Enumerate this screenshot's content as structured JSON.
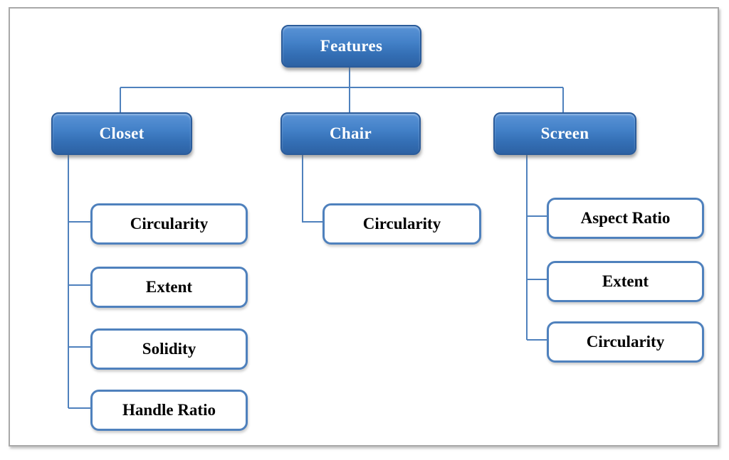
{
  "diagram": {
    "root": {
      "label": "Features"
    },
    "branches": [
      {
        "label": "Closet",
        "children": [
          "Circularity",
          "Extent",
          "Solidity",
          "Handle Ratio"
        ]
      },
      {
        "label": "Chair",
        "children": [
          "Circularity"
        ]
      },
      {
        "label": "Screen",
        "children": [
          "Aspect Ratio",
          "Extent",
          "Circularity"
        ]
      }
    ],
    "colors": {
      "node-fill-top": "#5a93d6",
      "node-fill-bottom": "#2d62a4",
      "node-border": "#2b5c9b",
      "node-text": "#ffffff",
      "leaf-border": "#4f81bd",
      "leaf-text": "#000000",
      "connector": "#4f81bd",
      "frame-border": "#a9a9a9"
    }
  }
}
